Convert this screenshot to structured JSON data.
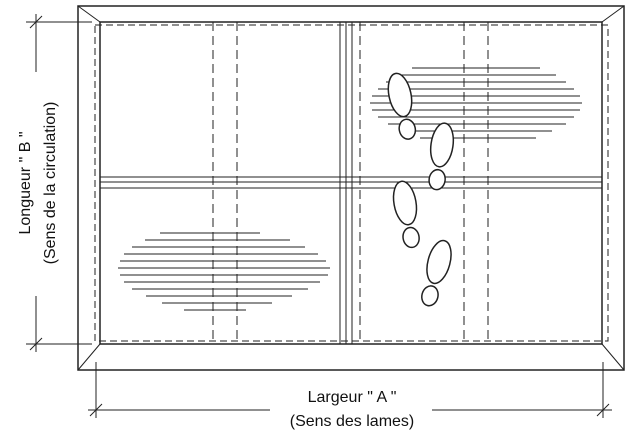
{
  "dimensions": {
    "width_label": "Largeur  \" A \"",
    "width_sublabel": "(Sens des lames)",
    "length_label": "Longueur  \" B \"",
    "length_sublabel": "(Sens de la circulation)"
  },
  "icons": [
    "footprint-icon",
    "footprint-icon",
    "footprint-icon",
    "footprint-icon"
  ],
  "colors": {
    "line": "#222222",
    "background": "#ffffff"
  }
}
